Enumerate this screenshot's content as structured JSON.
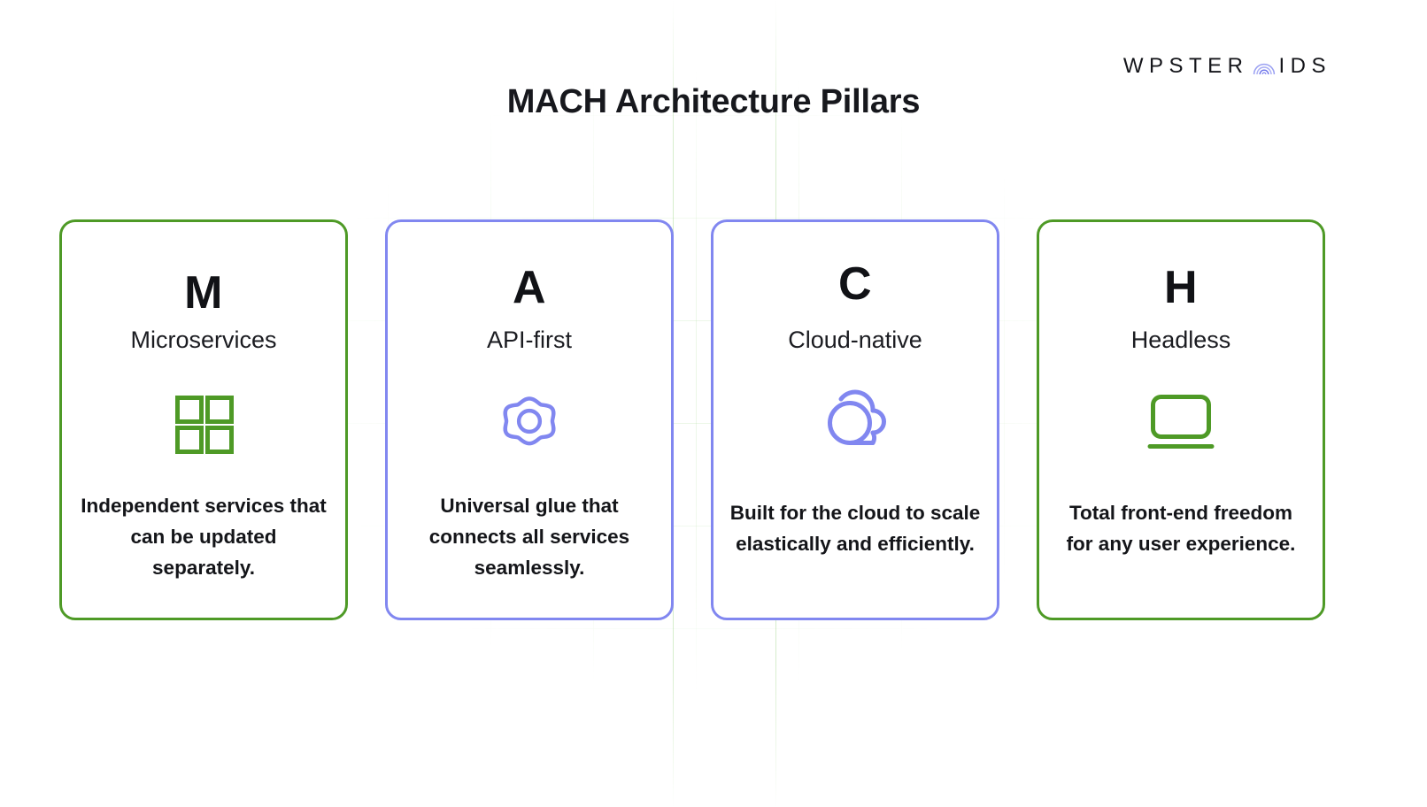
{
  "brand": {
    "name": "WPSTEROIDS",
    "text_before": "WPSTER",
    "text_after": "IDS",
    "arc_icon": "rainbow-arc-icon",
    "text_color": "#14151a",
    "arc_color": "#8187f0"
  },
  "header": {
    "title": "MACH Architecture Pillars"
  },
  "colors": {
    "green": "#4e9a26",
    "purple": "#8187f0",
    "text": "#141519",
    "background": "#ffffff",
    "grid": "#76c456"
  },
  "cards": [
    {
      "letter": "M",
      "heading": "Microservices",
      "description": "Independent services that can be updated separately.",
      "icon": "grid-squares-icon",
      "accent": "#4e9a26",
      "accent_name": "green"
    },
    {
      "letter": "A",
      "heading": "API-first",
      "description": "Universal glue that connects all services seamlessly.",
      "icon": "gear-icon",
      "accent": "#8187f0",
      "accent_name": "purple"
    },
    {
      "letter": "C",
      "heading": "Cloud-native",
      "description": "Built for the cloud to scale elastically and efficiently.",
      "icon": "cloud-icon",
      "accent": "#8187f0",
      "accent_name": "purple"
    },
    {
      "letter": "H",
      "heading": "Headless",
      "description": "Total front-end freedom for any user experience.",
      "icon": "monitor-icon",
      "accent": "#4e9a26",
      "accent_name": "green"
    }
  ]
}
